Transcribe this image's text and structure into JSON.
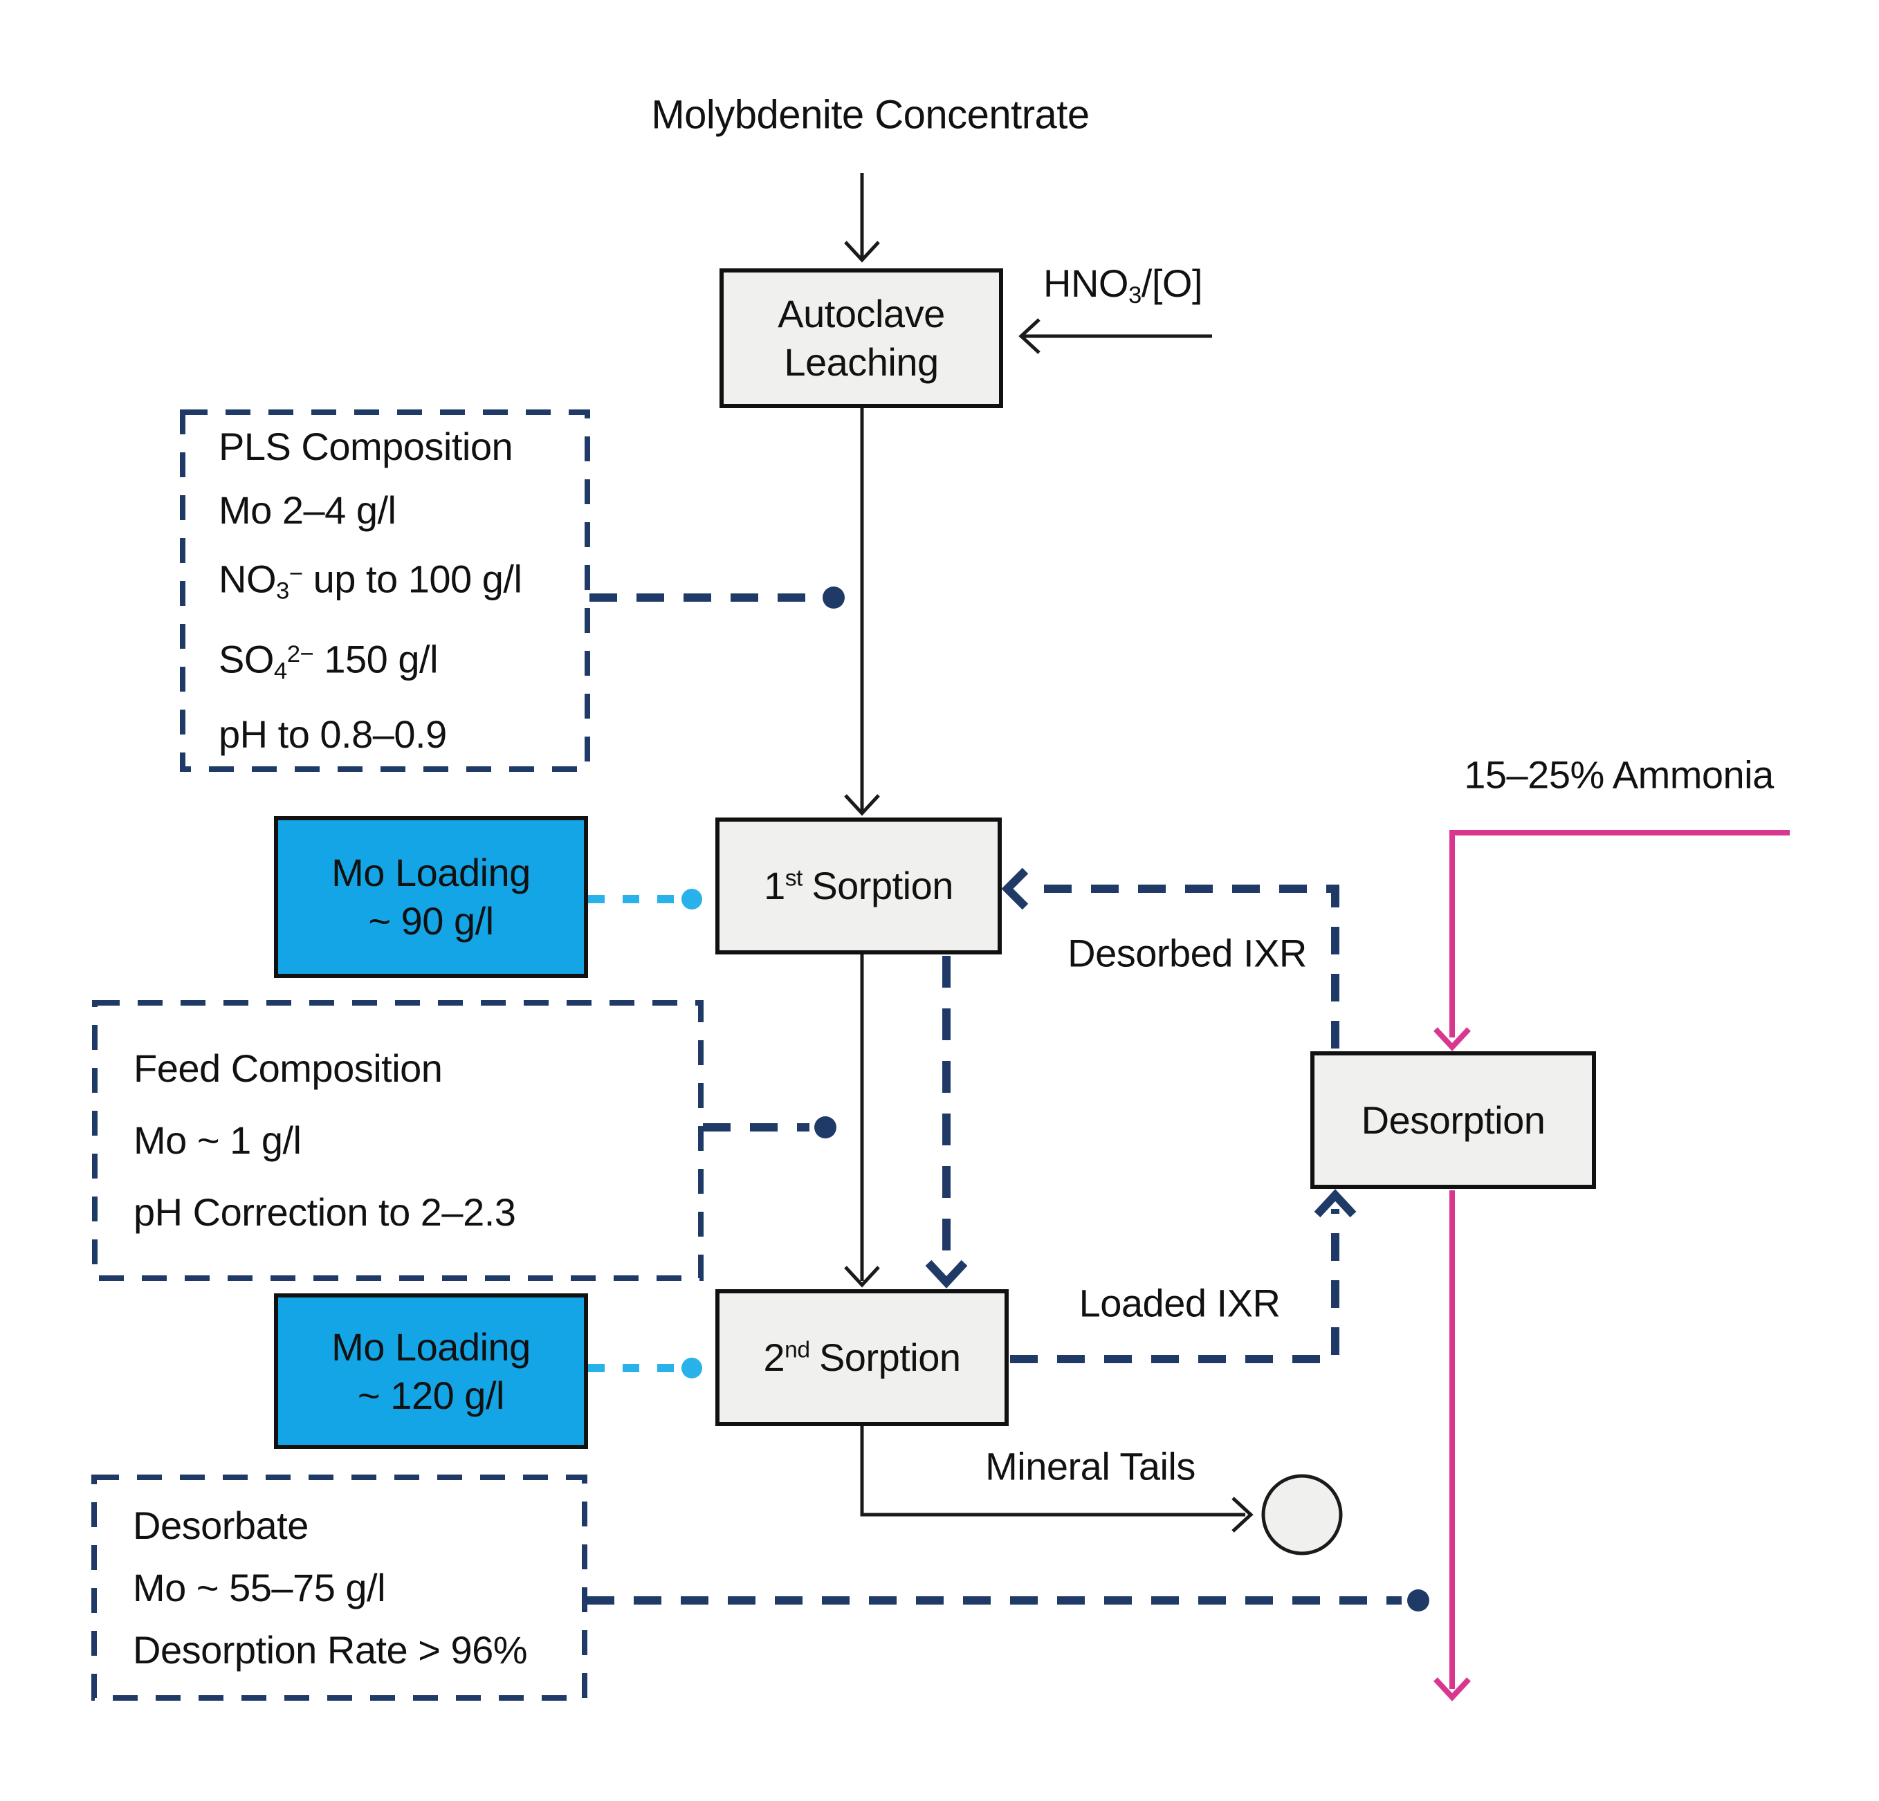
{
  "colors": {
    "navy": "#1F3A66",
    "light_blue": "#14A5E6",
    "light_blue_dash": "#29B2EA",
    "pink": "#D9378F",
    "box_fill": "#F0F0EF",
    "line_black": "#1A1A1A"
  },
  "title": "Molybdenite Concentrate",
  "labels": {
    "hno3_a": "HNO",
    "hno3_sub": "3",
    "hno3_b": "/[O]",
    "ammonia": "15–25% Ammonia",
    "desorbed_ixr": "Desorbed IXR",
    "loaded_ixr": "Loaded IXR",
    "mineral_tails": "Mineral Tails"
  },
  "process_boxes": {
    "autoclave": {
      "line1": "Autoclave",
      "line2": "Leaching"
    },
    "sorption1": {
      "num": "1",
      "ord": "st",
      "rest": "Sorption"
    },
    "sorption2": {
      "num": "2",
      "ord": "nd",
      "rest": "Sorption"
    },
    "desorption": {
      "label": "Desorption"
    }
  },
  "loading_boxes": {
    "mo90": {
      "line1": "Mo Loading",
      "line2": "~ 90 g/l"
    },
    "mo120": {
      "line1": "Mo Loading",
      "line2": "~ 120 g/l"
    }
  },
  "info_boxes": {
    "pls": {
      "l1": "PLS Composition",
      "l2": "Mo 2–4 g/l",
      "l3a": "NO",
      "l3sub": "3",
      "l3sup": "−",
      "l3b": " up to 100 g/l",
      "l4a": "SO",
      "l4sub": "4",
      "l4sup": "2−",
      "l4b": " 150 g/l",
      "l5": "pH to 0.8–0.9"
    },
    "feed": {
      "l1": "Feed Composition",
      "l2": "Mo ~ 1 g/l",
      "l3": "pH Correction to 2–2.3"
    },
    "desorbate": {
      "l1": "Desorbate",
      "l2": "Mo ~ 55–75 g/l",
      "l3": "Desorption Rate > 96%"
    }
  }
}
